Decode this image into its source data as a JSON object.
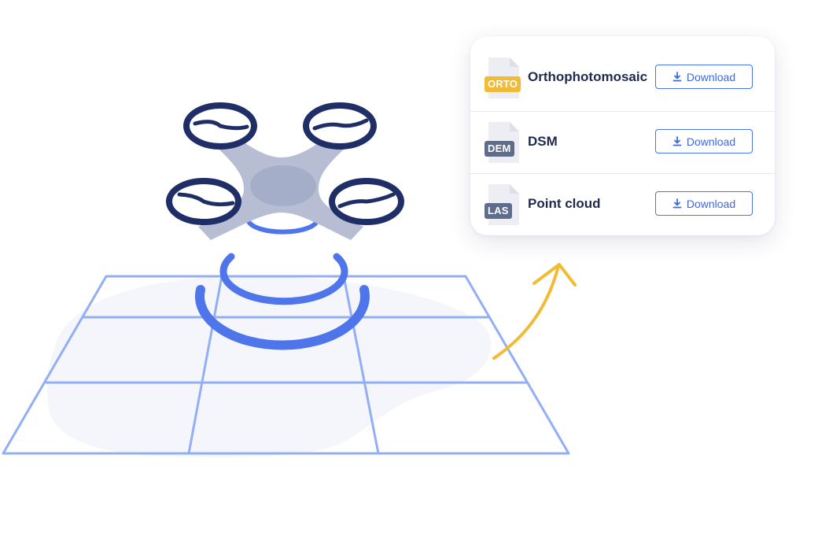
{
  "files": [
    {
      "badge": "ORTO",
      "badge_color": "#f2bb35",
      "label": "Orthophotomosaic",
      "button": "Download"
    },
    {
      "badge": "DEM",
      "badge_color": "#5f6d8d",
      "label": "DSM",
      "button": "Download"
    },
    {
      "badge": "LAS",
      "badge_color": "#5f6d8d",
      "label": "Point cloud",
      "button": "Download"
    }
  ],
  "colors": {
    "drone_rotor": "#1f2e66",
    "drone_body": "#b3bbd2",
    "signal": "#4e76ea",
    "grid_line": "#92aef5",
    "ground": "#f4f6fb",
    "arrow": "#f2bb35",
    "button_accent": "#4a74e8",
    "text_dark": "#1f2a4d"
  },
  "icons": {
    "download": "download-icon",
    "file": "file-icon",
    "drone": "drone-icon",
    "arrow": "curved-arrow-icon"
  }
}
